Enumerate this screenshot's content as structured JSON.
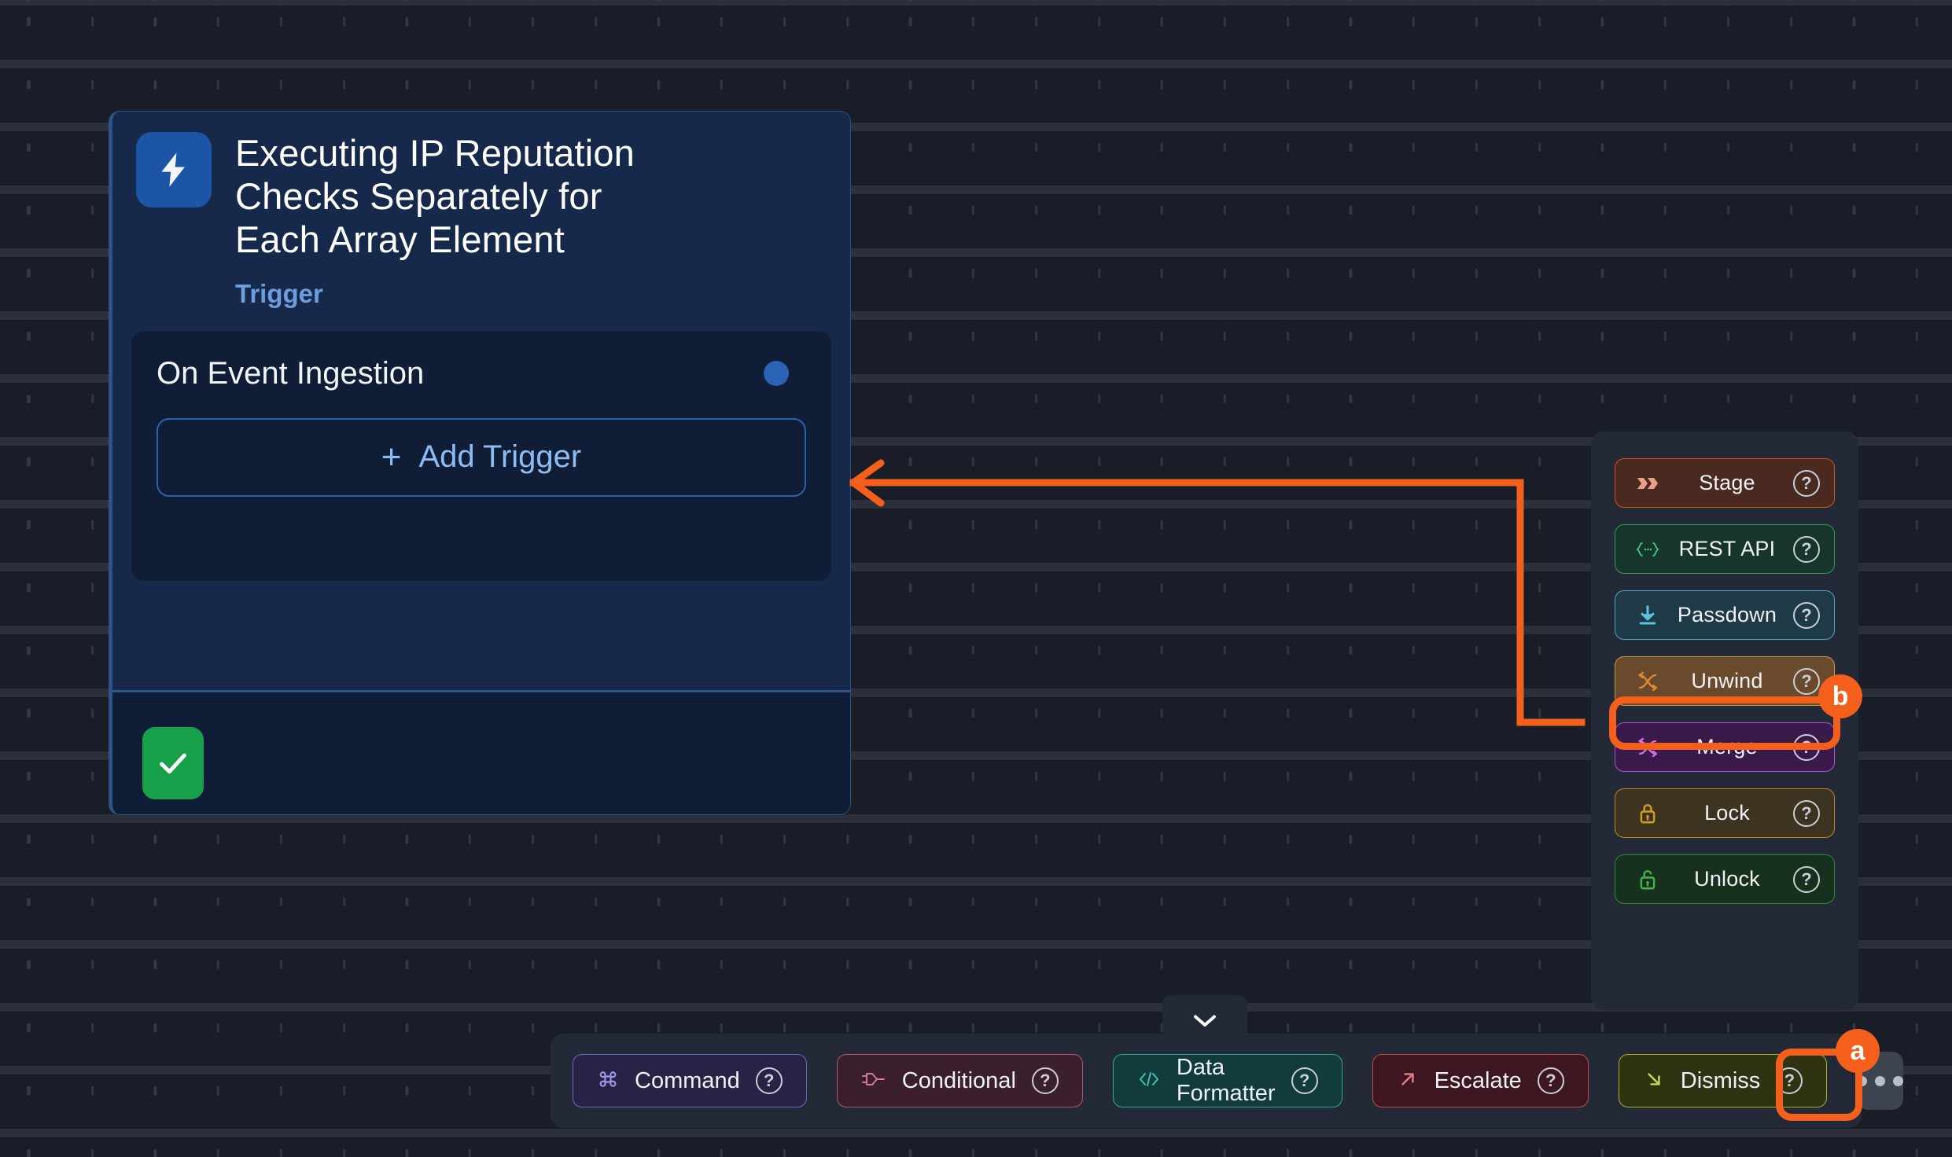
{
  "theme": {
    "canvas_bg": "#181d27",
    "panel_bg": "#232936",
    "card_bg": "#16294a",
    "card_inner_bg": "#101d36",
    "accent_orange": "#f4601b",
    "accent_blue": "#2a63b4",
    "success_green": "#17a04a"
  },
  "trigger_card": {
    "icon": "lightning-bolt-icon",
    "title": "Executing IP Reputation Checks Separately for Each Array Element",
    "subtitle": "Trigger",
    "event_label": "On Event Ingestion",
    "port": "output-port",
    "add_trigger_label": "Add Trigger",
    "add_trigger_icon": "plus-icon",
    "status_icon": "check-icon"
  },
  "right_panel": {
    "items": [
      {
        "label": "Stage",
        "icon": "double-chevron-right-icon",
        "help": "?",
        "bg": "#4a2a20",
        "border": "#d4540f",
        "icon_color": "#e8a184"
      },
      {
        "label": "REST API",
        "icon": "curly-braces-icon",
        "help": "?",
        "bg": "#16352b",
        "border": "#2f9e5f",
        "icon_color": "#3fcf7f"
      },
      {
        "label": "Passdown",
        "icon": "download-icon",
        "help": "?",
        "bg": "#1d3a46",
        "border": "#4aa8c4",
        "icon_color": "#5fc2dd"
      },
      {
        "label": "Unwind",
        "icon": "unwind-split-icon",
        "help": "?",
        "bg": "#6a4a2d",
        "border": "#d29a3c",
        "icon_color": "#e08a2e"
      },
      {
        "label": "Merge",
        "icon": "merge-arrows-icon",
        "help": "?",
        "bg": "#3a1a4a",
        "border": "#b04fd8",
        "icon_color": "#d071e8"
      },
      {
        "label": "Lock",
        "icon": "lock-closed-icon",
        "help": "?",
        "bg": "#3c3320",
        "border": "#c08a1e",
        "icon_color": "#d4991f"
      },
      {
        "label": "Unlock",
        "icon": "lock-open-icon",
        "help": "?",
        "bg": "#16321f",
        "border": "#2f8a35",
        "icon_color": "#44b04a"
      }
    ]
  },
  "bottom_bar": {
    "collapse_icon": "chevron-down-icon",
    "items": [
      {
        "label": "Command",
        "icon": "command-key-icon",
        "help": "?",
        "bg": "#262344",
        "border": "#6f68c4",
        "icon_color": "#9d96e8"
      },
      {
        "label": "Conditional",
        "icon": "conditional-io-icon",
        "help": "?",
        "bg": "#3b1f2c",
        "border": "#b05577",
        "icon_color": "#cf7b9c"
      },
      {
        "label": "Data Formatter",
        "icon": "code-brackets-icon",
        "help": "?",
        "bg": "#123b3b",
        "border": "#2aa9a0",
        "icon_color": "#3fc2b6"
      },
      {
        "label": "Escalate",
        "icon": "arrow-up-right-icon",
        "help": "?",
        "bg": "#3d1620",
        "border": "#c24a52",
        "icon_color": "#de8088"
      },
      {
        "label": "Dismiss",
        "icon": "arrow-down-right-icon",
        "help": "?",
        "bg": "#2f3312",
        "border": "#a3b42a",
        "icon_color": "#c7d85a"
      }
    ],
    "more_button": {
      "icon": "ellipsis-icon",
      "label": ""
    }
  },
  "annotations": [
    {
      "id": "a",
      "target": "more-button"
    },
    {
      "id": "b",
      "target": "unwind-node-button"
    }
  ]
}
